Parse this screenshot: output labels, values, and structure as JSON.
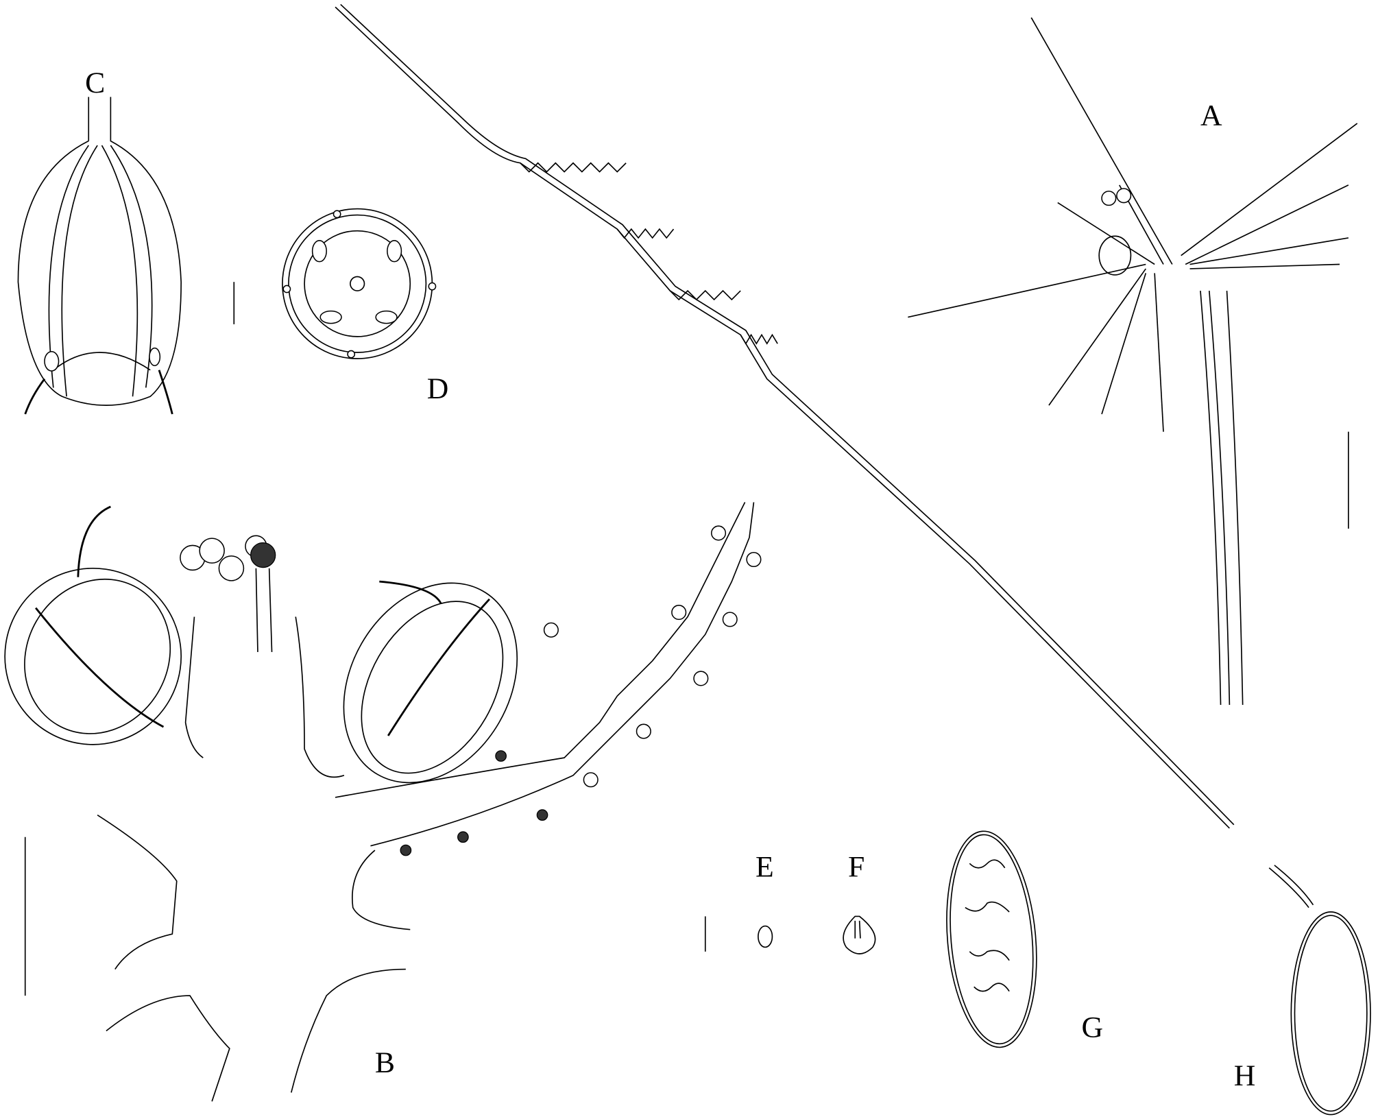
{
  "figure": {
    "panels": [
      {
        "id": "A",
        "label": "A"
      },
      {
        "id": "B",
        "label": "B"
      },
      {
        "id": "C",
        "label": "C"
      },
      {
        "id": "D",
        "label": "D"
      },
      {
        "id": "E",
        "label": "E"
      },
      {
        "id": "F",
        "label": "F"
      },
      {
        "id": "G",
        "label": "G"
      },
      {
        "id": "H",
        "label": "H"
      }
    ],
    "colors": {
      "ink": "#000000",
      "background": "#ffffff"
    }
  }
}
